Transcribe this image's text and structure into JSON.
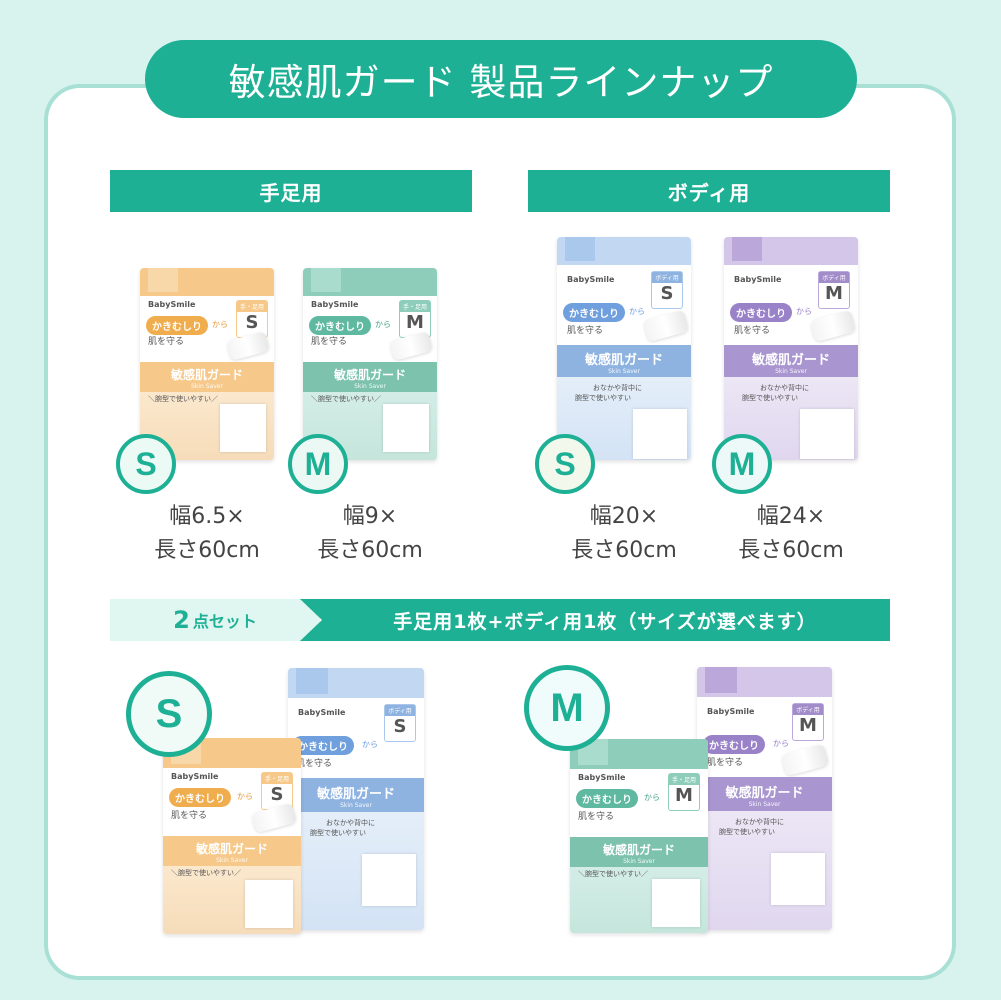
{
  "title": "敏感肌ガード 製品ラインナップ",
  "sections": {
    "hands_feet": "手足用",
    "body": "ボディ用"
  },
  "product_text": {
    "brand": "BabySmile",
    "kaki": "かきむしり",
    "kara": "から",
    "mamoru": "肌を守る",
    "name": "敏感肌ガード",
    "name_en": "Skin Saver",
    "cat_hands": "手・足用",
    "cat_body": "ボディ用",
    "catch_hands": "＼腕型で使いやすい／",
    "catch_body1": "おなかや背中に",
    "catch_body2": "腕型で使いやすい"
  },
  "products": [
    {
      "size": "S",
      "width": "幅6.5×",
      "length": "長さ60cm",
      "color": "#f6c98a"
    },
    {
      "size": "M",
      "width": "幅9×",
      "length": "長さ60cm",
      "color": "#8fcdbb"
    },
    {
      "size": "S",
      "width": "幅20×",
      "length": "長さ60cm",
      "color": "#a9c8ec"
    },
    {
      "size": "M",
      "width": "幅24×",
      "length": "長さ60cm",
      "color": "#bba7da"
    }
  ],
  "set": {
    "num": "2",
    "label": "点セット",
    "desc": "手足用1枚+ボディ用1枚（サイズが選べます）",
    "options": [
      "S",
      "M"
    ]
  },
  "colors": {
    "accent": "#1db094",
    "background": "#d8f3ee",
    "border": "#a8e0d6"
  }
}
